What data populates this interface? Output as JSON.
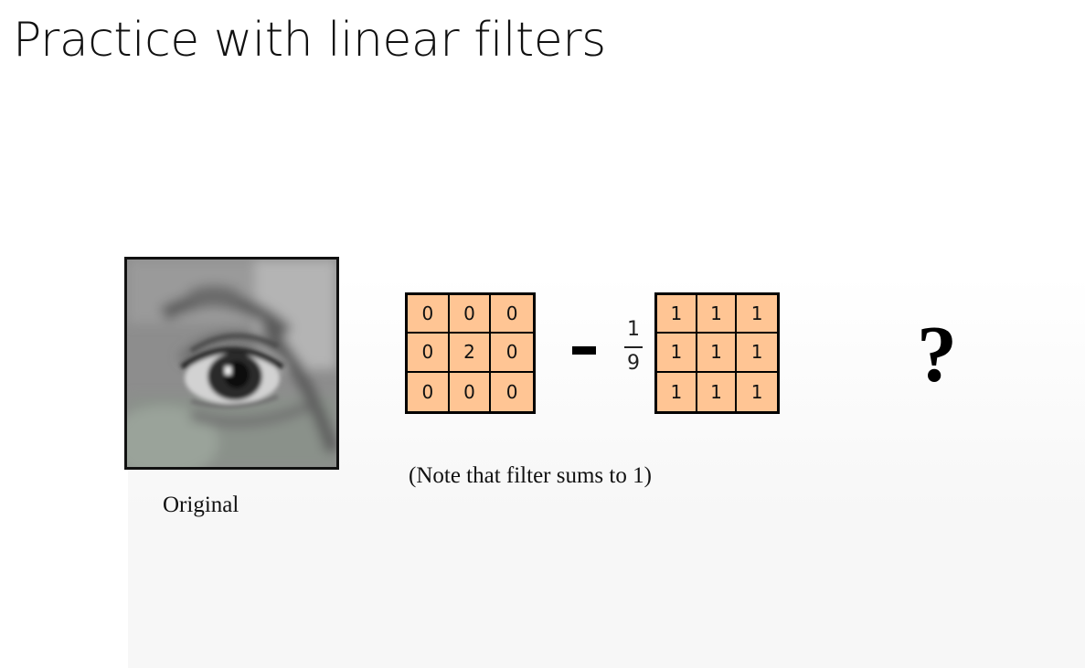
{
  "slide": {
    "title": "Practice with linear filters",
    "original_label": "Original",
    "note": "(Note that filter sums to 1)",
    "operator": "-",
    "fraction": {
      "numerator": "1",
      "denominator": "9"
    },
    "result": "?",
    "kernel_a": [
      [
        "0",
        "0",
        "0"
      ],
      [
        "0",
        "2",
        "0"
      ],
      [
        "0",
        "0",
        "0"
      ]
    ],
    "kernel_b": [
      [
        "1",
        "1",
        "1"
      ],
      [
        "1",
        "1",
        "1"
      ],
      [
        "1",
        "1",
        "1"
      ]
    ],
    "colors": {
      "kernel_fill": "#ffc594",
      "border": "#000000"
    }
  }
}
